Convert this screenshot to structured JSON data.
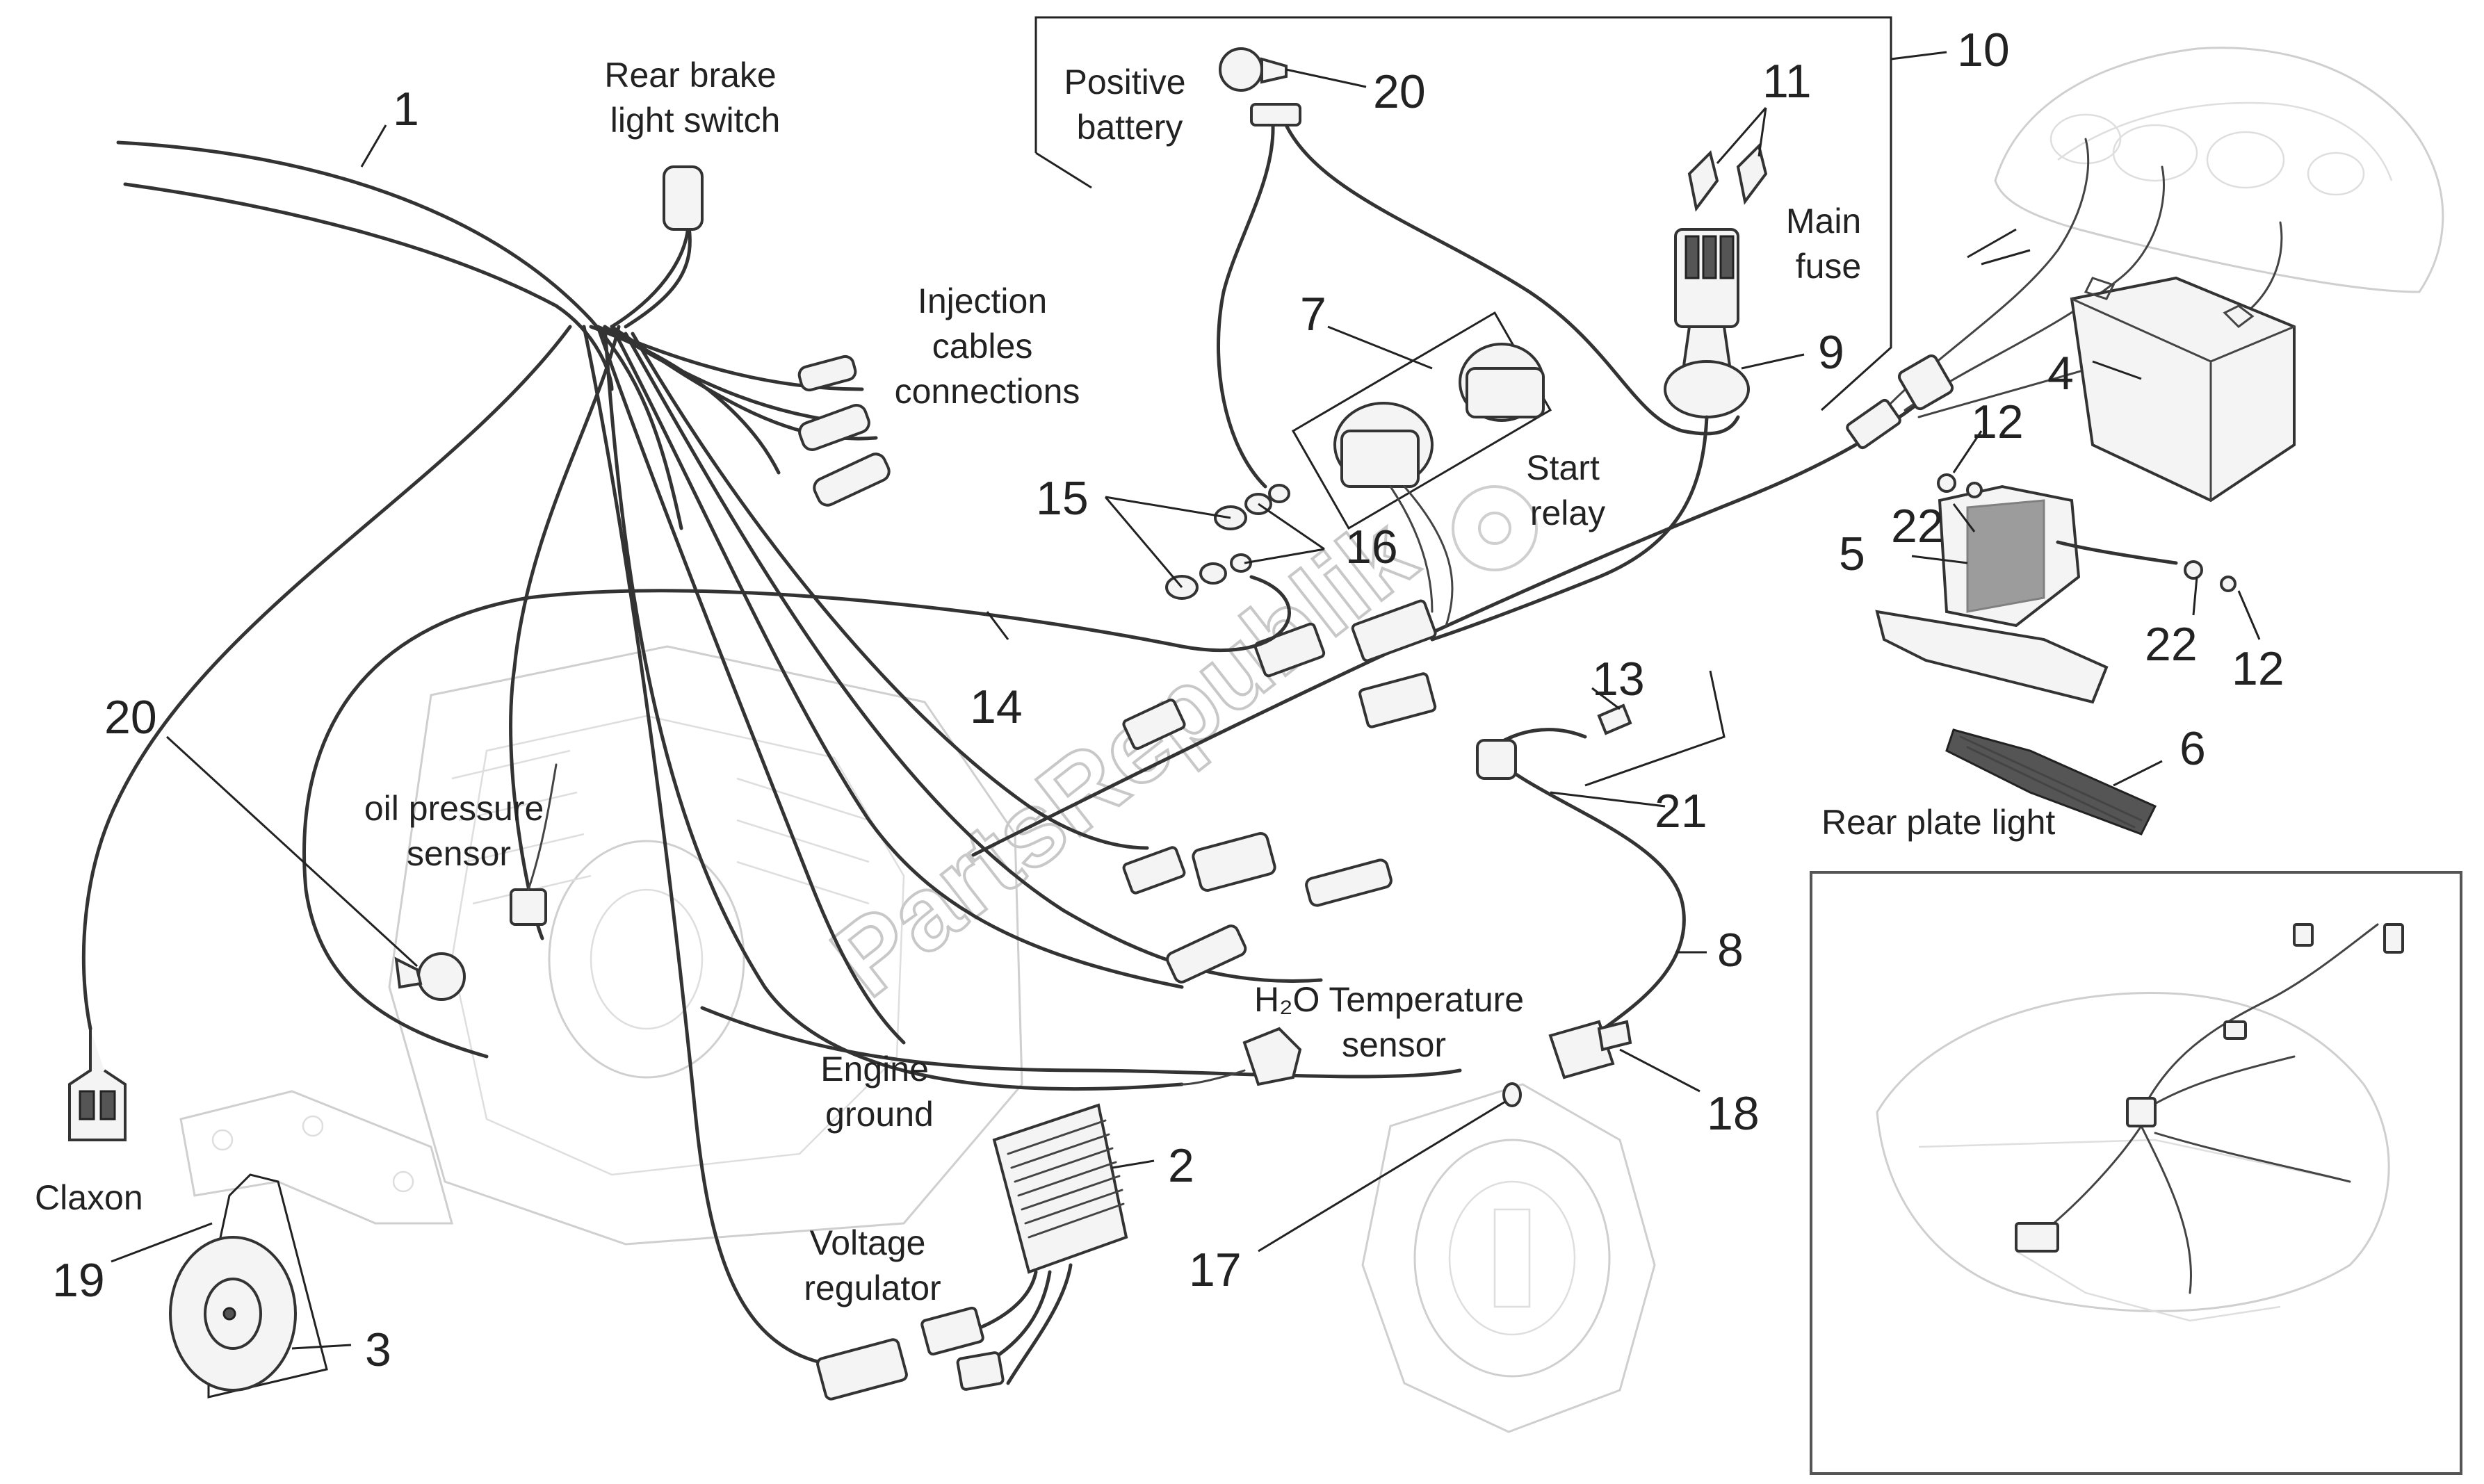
{
  "labels": {
    "rear_brake_light_switch": [
      "Rear brake",
      "light switch"
    ],
    "positive_battery": [
      "Positive",
      "battery"
    ],
    "main_fuse": [
      "Main",
      "fuse"
    ],
    "injection_cables_connections": [
      "Injection",
      "cables",
      "connections"
    ],
    "start_relay": [
      "Start",
      "relay"
    ],
    "oil_pressure_sensor": [
      "oil pressure",
      "sensor"
    ],
    "h2o_temperature_sensor": [
      "H₂O Temperature",
      "sensor"
    ],
    "engine_ground": [
      "Engine",
      "ground"
    ],
    "voltage_regulator": [
      "Voltage",
      "regulator"
    ],
    "claxon": "Claxon",
    "rear_plate_light": "Rear plate light"
  },
  "part_numbers": {
    "n1": "1",
    "n2": "2",
    "n3": "3",
    "n4": "4",
    "n5": "5",
    "n6": "6",
    "n7": "7",
    "n8": "8",
    "n9": "9",
    "n10": "10",
    "n11": "11",
    "n12a": "12",
    "n12b": "12",
    "n13": "13",
    "n14": "14",
    "n15": "15",
    "n16": "16",
    "n17": "17",
    "n18": "18",
    "n19": "19",
    "n20a": "20",
    "n20b": "20",
    "n21": "21",
    "n22a": "22",
    "n22b": "22"
  },
  "watermark": "PartsRepublik"
}
